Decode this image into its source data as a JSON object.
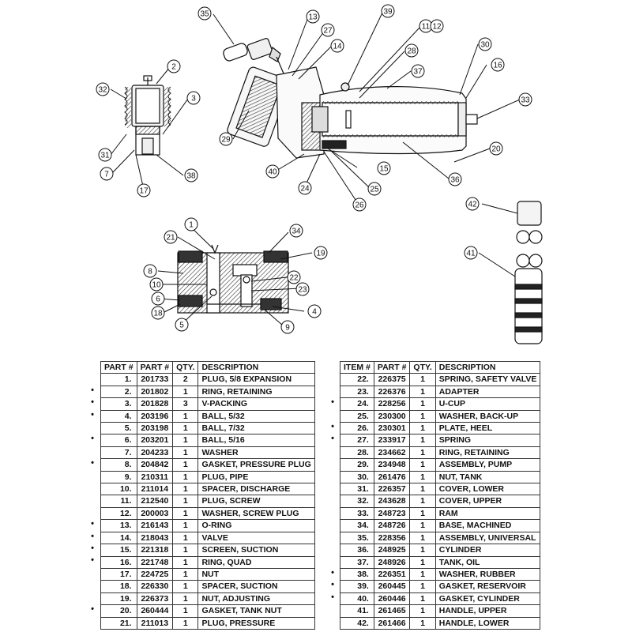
{
  "callouts": [
    "1",
    "2",
    "3",
    "4",
    "5",
    "6",
    "7",
    "8",
    "9",
    "10",
    "11",
    "12",
    "13",
    "14",
    "15",
    "16",
    "17",
    "18",
    "19",
    "20",
    "21",
    "22",
    "23",
    "24",
    "25",
    "26",
    "27",
    "28",
    "29",
    "30",
    "31",
    "32",
    "33",
    "34",
    "35",
    "36",
    "37",
    "38",
    "39",
    "40",
    "41",
    "42"
  ],
  "columns_left": [
    "PART #",
    "PART #",
    "QTY.",
    "DESCRIPTION"
  ],
  "columns_right": [
    "ITEM #",
    "PART #",
    "QTY.",
    "DESCRIPTION"
  ],
  "rows_left": [
    {
      "mark": "",
      "item": "1.",
      "part": "201733",
      "qty": "2",
      "desc": "PLUG, 5/8 EXPANSION"
    },
    {
      "mark": "•",
      "item": "2.",
      "part": "201802",
      "qty": "1",
      "desc": "RING, RETAINING"
    },
    {
      "mark": "•",
      "item": "3.",
      "part": "201828",
      "qty": "3",
      "desc": "V-PACKING"
    },
    {
      "mark": "•",
      "item": "4.",
      "part": "203196",
      "qty": "1",
      "desc": "BALL, 5/32"
    },
    {
      "mark": "",
      "item": "5.",
      "part": "203198",
      "qty": "1",
      "desc": "BALL, 7/32"
    },
    {
      "mark": "•",
      "item": "6.",
      "part": "203201",
      "qty": "1",
      "desc": "BALL, 5/16"
    },
    {
      "mark": "",
      "item": "7.",
      "part": "204233",
      "qty": "1",
      "desc": "WASHER"
    },
    {
      "mark": "•",
      "item": "8.",
      "part": "204842",
      "qty": "1",
      "desc": "GASKET, PRESSURE PLUG"
    },
    {
      "mark": "",
      "item": "9.",
      "part": "210311",
      "qty": "1",
      "desc": "PLUG, PIPE"
    },
    {
      "mark": "",
      "item": "10.",
      "part": "211014",
      "qty": "1",
      "desc": "SPACER, DISCHARGE"
    },
    {
      "mark": "",
      "item": "11.",
      "part": "212540",
      "qty": "1",
      "desc": "PLUG, SCREW"
    },
    {
      "mark": "",
      "item": "12.",
      "part": "200003",
      "qty": "1",
      "desc": "WASHER, SCREW PLUG"
    },
    {
      "mark": "•",
      "item": "13.",
      "part": "216143",
      "qty": "1",
      "desc": "O-RING"
    },
    {
      "mark": "•",
      "item": "14.",
      "part": "218043",
      "qty": "1",
      "desc": "VALVE"
    },
    {
      "mark": "•",
      "item": "15.",
      "part": "221318",
      "qty": "1",
      "desc": "SCREEN, SUCTION"
    },
    {
      "mark": "•",
      "item": "16.",
      "part": "221748",
      "qty": "1",
      "desc": "RING, QUAD"
    },
    {
      "mark": "",
      "item": "17.",
      "part": "224725",
      "qty": "1",
      "desc": "NUT"
    },
    {
      "mark": "",
      "item": "18.",
      "part": "226330",
      "qty": "1",
      "desc": "SPACER, SUCTION"
    },
    {
      "mark": "",
      "item": "19.",
      "part": "226373",
      "qty": "1",
      "desc": "NUT, ADJUSTING"
    },
    {
      "mark": "•",
      "item": "20.",
      "part": "260444",
      "qty": "1",
      "desc": "GASKET, TANK NUT"
    },
    {
      "mark": "",
      "item": "21.",
      "part": "211013",
      "qty": "1",
      "desc": "PLUG, PRESSURE"
    }
  ],
  "rows_right": [
    {
      "mark": "",
      "item": "22.",
      "part": "226375",
      "qty": "1",
      "desc": "SPRING, SAFETY VALVE"
    },
    {
      "mark": "",
      "item": "23.",
      "part": "226376",
      "qty": "1",
      "desc": "ADAPTER"
    },
    {
      "mark": "•",
      "item": "24.",
      "part": "228256",
      "qty": "1",
      "desc": "U-CUP"
    },
    {
      "mark": "",
      "item": "25.",
      "part": "230300",
      "qty": "1",
      "desc": "WASHER, BACK-UP"
    },
    {
      "mark": "•",
      "item": "26.",
      "part": "230301",
      "qty": "1",
      "desc": "PLATE, HEEL"
    },
    {
      "mark": "•",
      "item": "27.",
      "part": "233917",
      "qty": "1",
      "desc": "SPRING"
    },
    {
      "mark": "",
      "item": "28.",
      "part": "234662",
      "qty": "1",
      "desc": "RING, RETAINING"
    },
    {
      "mark": "",
      "item": "29.",
      "part": "234948",
      "qty": "1",
      "desc": "ASSEMBLY, PUMP"
    },
    {
      "mark": "",
      "item": "30.",
      "part": "261476",
      "qty": "1",
      "desc": "NUT, TANK"
    },
    {
      "mark": "",
      "item": "31.",
      "part": "226357",
      "qty": "1",
      "desc": "COVER, LOWER"
    },
    {
      "mark": "",
      "item": "32.",
      "part": "243628",
      "qty": "1",
      "desc": "COVER, UPPER"
    },
    {
      "mark": "",
      "item": "33.",
      "part": "248723",
      "qty": "1",
      "desc": "RAM"
    },
    {
      "mark": "",
      "item": "34.",
      "part": "248726",
      "qty": "1",
      "desc": "BASE, MACHINED"
    },
    {
      "mark": "",
      "item": "35.",
      "part": "228356",
      "qty": "1",
      "desc": "ASSEMBLY, UNIVERSAL"
    },
    {
      "mark": "",
      "item": "36.",
      "part": "248925",
      "qty": "1",
      "desc": "CYLINDER"
    },
    {
      "mark": "",
      "item": "37.",
      "part": "248926",
      "qty": "1",
      "desc": "TANK, OIL"
    },
    {
      "mark": "•",
      "item": "38.",
      "part": "226351",
      "qty": "1",
      "desc": "WASHER, RUBBER"
    },
    {
      "mark": "•",
      "item": "39.",
      "part": "260445",
      "qty": "1",
      "desc": "GASKET, RESERVOIR"
    },
    {
      "mark": "•",
      "item": "40.",
      "part": "260446",
      "qty": "1",
      "desc": "GASKET, CYLINDER"
    },
    {
      "mark": "",
      "item": "41.",
      "part": "261465",
      "qty": "1",
      "desc": "HANDLE, UPPER"
    },
    {
      "mark": "",
      "item": "42.",
      "part": "261466",
      "qty": "1",
      "desc": "HANDLE, LOWER"
    }
  ]
}
